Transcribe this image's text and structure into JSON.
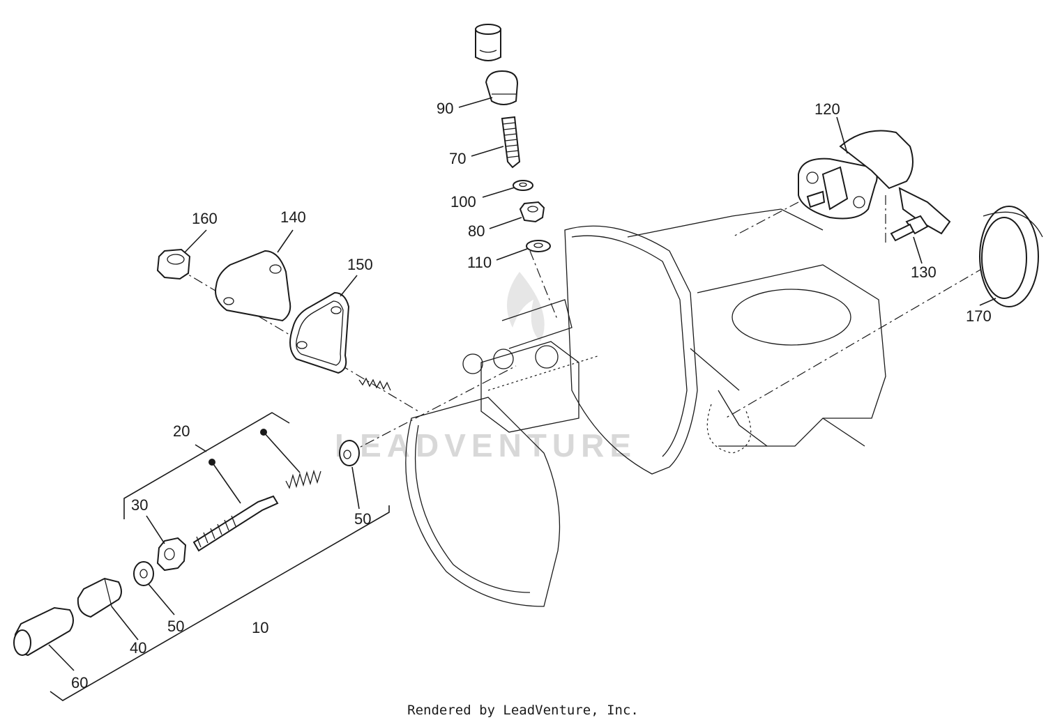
{
  "footer": "Rendered by LeadVenture, Inc.",
  "watermark": "LEADVENTURE",
  "callouts": [
    "90",
    "70",
    "100",
    "80",
    "110",
    "120",
    "130",
    "170",
    "160",
    "140",
    "150",
    "20",
    "30",
    "50",
    "50",
    "40",
    "10",
    "60"
  ]
}
